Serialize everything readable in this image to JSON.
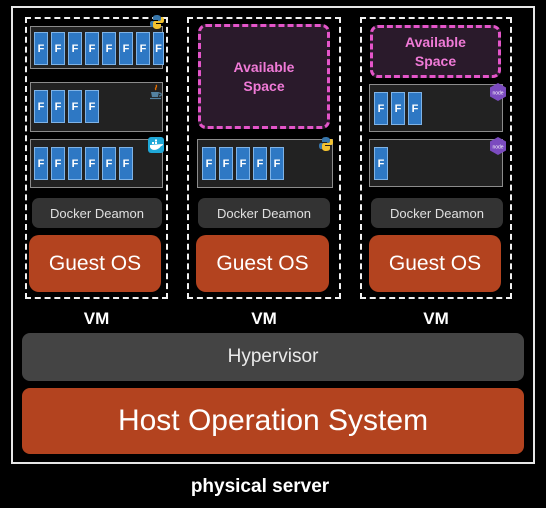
{
  "footer_label": "physical server",
  "host_os_label": "Host Operation System",
  "hypervisor_label": "Hypervisor",
  "vms": [
    {
      "label": "VM",
      "docker_label": "Docker Deamon",
      "guest_os_label": "Guest OS",
      "containers": [
        {
          "icon": "python-icon",
          "cells": [
            "F",
            "F",
            "F",
            "F",
            "F",
            "F",
            "F",
            "F"
          ]
        },
        {
          "icon": "java-icon",
          "cells": [
            "F",
            "F",
            "F",
            "F"
          ]
        },
        {
          "icon": "docker-whale-icon",
          "cells": [
            "F",
            "F",
            "F",
            "F",
            "F",
            "F"
          ]
        }
      ]
    },
    {
      "label": "VM",
      "docker_label": "Docker Deamon",
      "guest_os_label": "Guest OS",
      "available_label": [
        "Available",
        "Space"
      ],
      "containers": [
        {
          "icon": "python-icon",
          "cells": [
            "F",
            "F",
            "F",
            "F",
            "F"
          ]
        }
      ]
    },
    {
      "label": "VM",
      "docker_label": "Docker Deamon",
      "guest_os_label": "Guest OS",
      "available_label": [
        "Available",
        "Space"
      ],
      "containers": [
        {
          "icon": "nodejs-icon",
          "cells": [
            "F",
            "F",
            "F"
          ]
        },
        {
          "icon": "nodejs-icon",
          "cells": [
            "F"
          ]
        }
      ]
    }
  ],
  "colors": {
    "cell_blue": "#2e78c4",
    "guest_os": "#b3431f",
    "host_os": "#b3431f",
    "hypervisor": "#444444",
    "available_dash": "#e455c9",
    "available_text": "#f07ad7"
  }
}
